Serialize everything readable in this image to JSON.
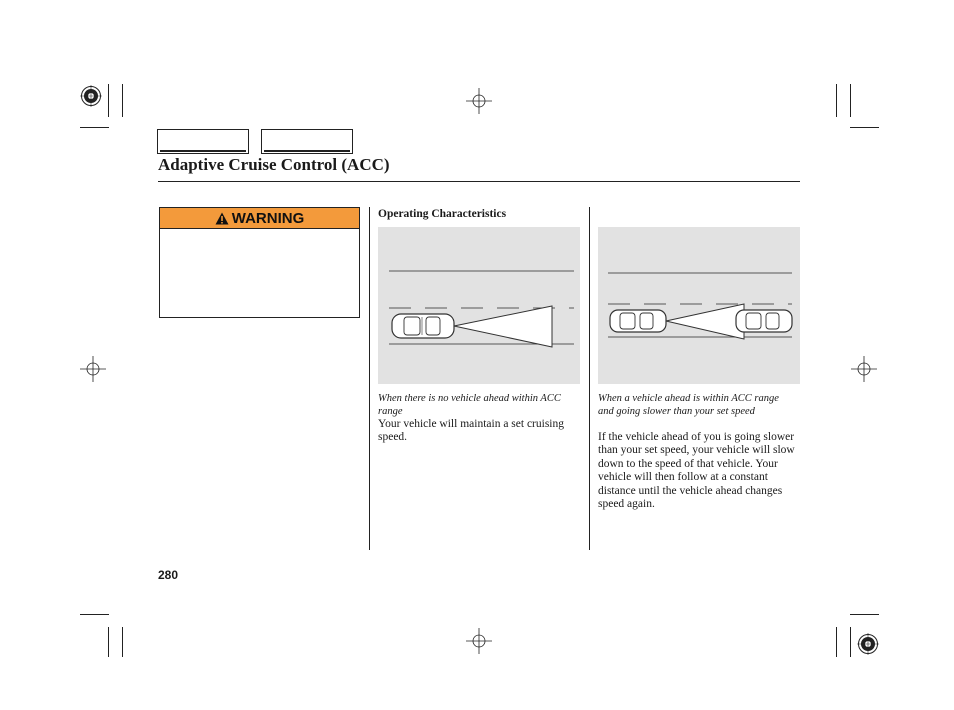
{
  "header": {
    "tabs": [
      "",
      ""
    ],
    "section_title": "Adaptive Cruise Control (ACC)"
  },
  "warning": {
    "label": "WARNING",
    "icon": "warning-triangle-icon"
  },
  "section": {
    "subhead": "Operating Characteristics"
  },
  "figures": [
    {
      "caption": "When there is no vehicle ahead within ACC range",
      "text": "Your vehicle will maintain a set cruising speed."
    },
    {
      "caption": "When a vehicle ahead is within ACC range and going slower than your set speed",
      "text": "If the vehicle ahead of you is going slower than your set speed, your vehicle will slow down to the speed of that vehicle. Your vehicle will then follow at a constant distance until the vehicle ahead changes speed again."
    }
  ],
  "footer": {
    "page_number": "280"
  },
  "colors": {
    "warning_orange": "#f39a3b",
    "figure_bg": "#e2e2e2"
  }
}
